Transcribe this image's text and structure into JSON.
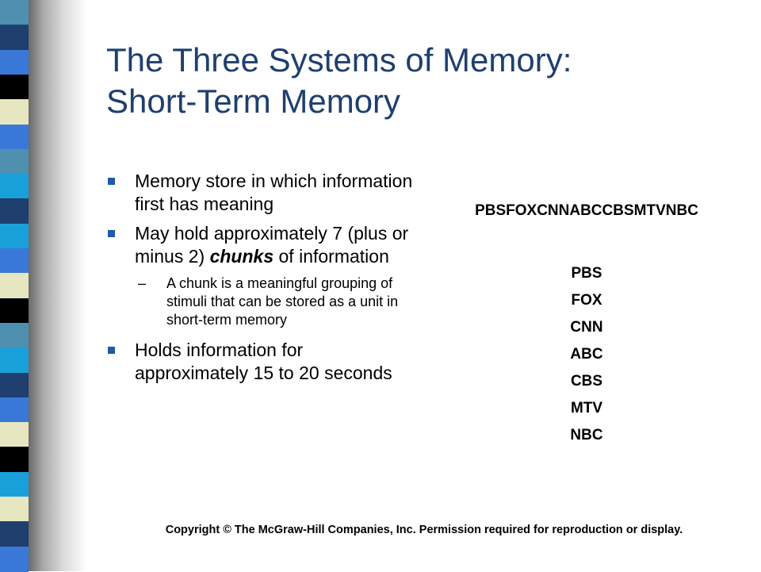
{
  "slide": {
    "title_line1": "The Three Systems of Memory:",
    "title_line2": "Short-Term Memory",
    "bullets": {
      "b1": "Memory store in which information first has meaning",
      "b2_pre": "May hold approximately 7 (plus or minus 2) ",
      "b2_em": "chunks",
      "b2_post": " of information",
      "sub_marker": "–",
      "sub1": "A chunk is a meaningful grouping of stimuli that can be stored as a unit in short-term memory",
      "b3": "Holds information for approximately 15 to 20 seconds"
    },
    "letter_string": "PBSFOXCNNABCCBSMTVNBC",
    "networks": [
      "PBS",
      "FOX",
      "CNN",
      "ABC",
      "CBS",
      "MTV",
      "NBC"
    ],
    "copyright": "Copyright © The McGraw-Hill Companies, Inc. Permission required for reproduction or display."
  },
  "theme": {
    "title_color": "#1f3f6e",
    "bullet_color": "#1f5aa6",
    "stripe_colors": [
      "#4f8fb0",
      "#1f3f6e",
      "#3a78d8",
      "#000000",
      "#e6e6c0",
      "#3a78d8",
      "#4f8fb0",
      "#1aa0d8",
      "#1f3f6e",
      "#1aa0d8",
      "#3a78d8",
      "#e6e6c0",
      "#000000",
      "#4f8fb0",
      "#1aa0d8",
      "#1f3f6e",
      "#3a78d8",
      "#e6e6c0",
      "#000000",
      "#1aa0d8",
      "#e6e6c0",
      "#1f3f6e",
      "#3a78d8"
    ]
  }
}
